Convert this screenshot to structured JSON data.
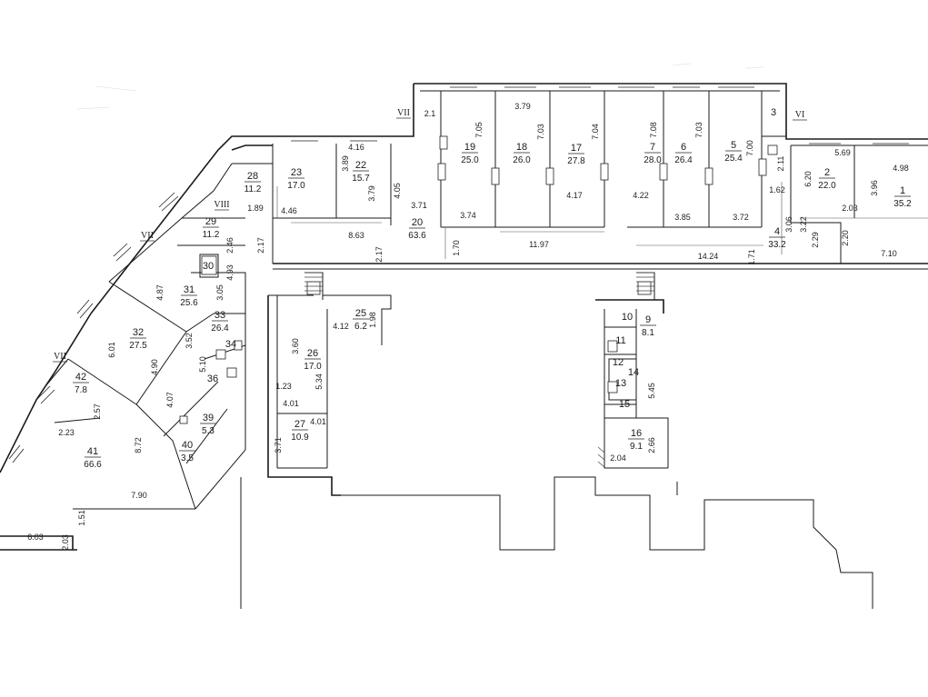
{
  "rooms": [
    {
      "id": "r1",
      "num": "1",
      "area": "35.2"
    },
    {
      "id": "r2",
      "num": "2",
      "area": "22.0"
    },
    {
      "id": "r3",
      "num": "3",
      "area": ""
    },
    {
      "id": "r4",
      "num": "4",
      "area": "33.2"
    },
    {
      "id": "r5",
      "num": "5",
      "area": "25.4"
    },
    {
      "id": "r6",
      "num": "6",
      "area": "26.4"
    },
    {
      "id": "r7",
      "num": "7",
      "area": "28.0"
    },
    {
      "id": "r9",
      "num": "9",
      "area": "8.1"
    },
    {
      "id": "r10",
      "num": "10",
      "area": ""
    },
    {
      "id": "r11",
      "num": "11",
      "area": ""
    },
    {
      "id": "r12",
      "num": "12",
      "area": ""
    },
    {
      "id": "r13",
      "num": "13",
      "area": ""
    },
    {
      "id": "r14",
      "num": "14",
      "area": ""
    },
    {
      "id": "r15",
      "num": "15",
      "area": ""
    },
    {
      "id": "r16",
      "num": "16",
      "area": "9.1"
    },
    {
      "id": "r17",
      "num": "17",
      "area": "27.8"
    },
    {
      "id": "r18",
      "num": "18",
      "area": "26.0"
    },
    {
      "id": "r19",
      "num": "19",
      "area": "25.0"
    },
    {
      "id": "r20",
      "num": "20",
      "area": "63.6"
    },
    {
      "id": "r22",
      "num": "22",
      "area": "15.7"
    },
    {
      "id": "r23",
      "num": "23",
      "area": "17.0"
    },
    {
      "id": "r25",
      "num": "25",
      "area": "6.2"
    },
    {
      "id": "r26",
      "num": "26",
      "area": "17.0"
    },
    {
      "id": "r27",
      "num": "27",
      "area": "10.9"
    },
    {
      "id": "r28",
      "num": "28",
      "area": "11.2"
    },
    {
      "id": "r29",
      "num": "29",
      "area": "11.2"
    },
    {
      "id": "r30",
      "num": "30",
      "area": ""
    },
    {
      "id": "r31",
      "num": "31",
      "area": "25.6"
    },
    {
      "id": "r32",
      "num": "32",
      "area": "27.5"
    },
    {
      "id": "r33",
      "num": "33",
      "area": "26.4"
    },
    {
      "id": "r34",
      "num": "34",
      "area": ""
    },
    {
      "id": "r36",
      "num": "36",
      "area": ""
    },
    {
      "id": "r39",
      "num": "39",
      "area": "5.3"
    },
    {
      "id": "r40",
      "num": "40",
      "area": "3.5"
    },
    {
      "id": "r41",
      "num": "41",
      "area": "66.6"
    },
    {
      "id": "r42",
      "num": "42",
      "area": "7.8"
    }
  ],
  "dimensions": [
    {
      "id": "d1",
      "text": "3.79"
    },
    {
      "id": "d2",
      "text": "7.05"
    },
    {
      "id": "d3",
      "text": "7.03"
    },
    {
      "id": "d4",
      "text": "7.04"
    },
    {
      "id": "d5",
      "text": "7.08"
    },
    {
      "id": "d6",
      "text": "7.03"
    },
    {
      "id": "d7",
      "text": "7.00"
    },
    {
      "id": "d8",
      "text": "2.1"
    },
    {
      "id": "d9",
      "text": "5.69"
    },
    {
      "id": "d10",
      "text": "4.98"
    },
    {
      "id": "d11",
      "text": "3.96"
    },
    {
      "id": "d12",
      "text": "6.20"
    },
    {
      "id": "d13",
      "text": "2.11"
    },
    {
      "id": "d14",
      "text": "1.62"
    },
    {
      "id": "d15",
      "text": "3.22"
    },
    {
      "id": "d16",
      "text": "3.06"
    },
    {
      "id": "d17",
      "text": "2.03"
    },
    {
      "id": "d18",
      "text": "2.29"
    },
    {
      "id": "d19",
      "text": "2.20"
    },
    {
      "id": "d20",
      "text": "7.10"
    },
    {
      "id": "d21",
      "text": "14.24"
    },
    {
      "id": "d22",
      "text": "1.71"
    },
    {
      "id": "d23",
      "text": "3.72"
    },
    {
      "id": "d24",
      "text": "3.85"
    },
    {
      "id": "d25",
      "text": "4.22"
    },
    {
      "id": "d26",
      "text": "4.17"
    },
    {
      "id": "d27",
      "text": "11.97"
    },
    {
      "id": "d28",
      "text": "3.74"
    },
    {
      "id": "d29",
      "text": "1.70"
    },
    {
      "id": "d30",
      "text": "3.71"
    },
    {
      "id": "d31",
      "text": "4.05"
    },
    {
      "id": "d32",
      "text": "2.17"
    },
    {
      "id": "d33",
      "text": "4.16"
    },
    {
      "id": "d34",
      "text": "3.89"
    },
    {
      "id": "d35",
      "text": "3.79"
    },
    {
      "id": "d36",
      "text": "8.63"
    },
    {
      "id": "d37",
      "text": "4.46"
    },
    {
      "id": "d38",
      "text": "1.89"
    },
    {
      "id": "d39",
      "text": "2.17"
    },
    {
      "id": "d40",
      "text": "4.93"
    },
    {
      "id": "d41",
      "text": "2.46"
    },
    {
      "id": "d42",
      "text": "3.05"
    },
    {
      "id": "d43",
      "text": "4.87"
    },
    {
      "id": "d44",
      "text": "6.01"
    },
    {
      "id": "d45",
      "text": "4.90"
    },
    {
      "id": "d46",
      "text": "3.52"
    },
    {
      "id": "d47",
      "text": "5.10"
    },
    {
      "id": "d48",
      "text": "4.07"
    },
    {
      "id": "d49",
      "text": "2.57"
    },
    {
      "id": "d50",
      "text": "2.23"
    },
    {
      "id": "d51",
      "text": "8.72"
    },
    {
      "id": "d52",
      "text": "7.90"
    },
    {
      "id": "d53",
      "text": "1.51"
    },
    {
      "id": "d54",
      "text": "6.03"
    },
    {
      "id": "d55",
      "text": "2.03"
    },
    {
      "id": "d56",
      "text": "3.60"
    },
    {
      "id": "d57",
      "text": "1.23"
    },
    {
      "id": "d58",
      "text": "4.01"
    },
    {
      "id": "d59",
      "text": "5.34"
    },
    {
      "id": "d60",
      "text": "4.12"
    },
    {
      "id": "d61",
      "text": "1.98"
    },
    {
      "id": "d62",
      "text": "3.71"
    },
    {
      "id": "d63",
      "text": "4.01"
    },
    {
      "id": "d64",
      "text": "5.45"
    },
    {
      "id": "d65",
      "text": "2.66"
    },
    {
      "id": "d66",
      "text": "2.04"
    }
  ],
  "axis_marks": [
    {
      "id": "a1",
      "text": "VII"
    },
    {
      "id": "a2",
      "text": "VI"
    },
    {
      "id": "a3",
      "text": "VII"
    },
    {
      "id": "a4",
      "text": "VII"
    },
    {
      "id": "a5",
      "text": "VIII"
    }
  ]
}
